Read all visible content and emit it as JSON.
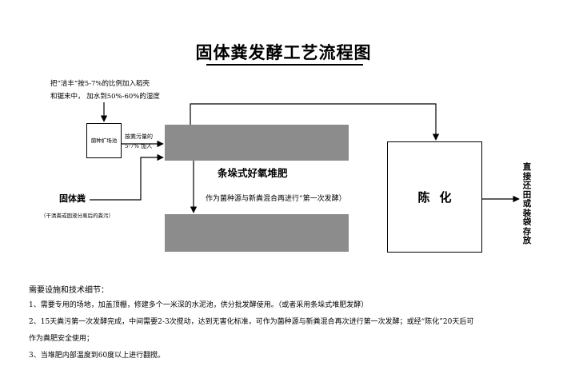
{
  "title": "固体粪发酵工艺流程图",
  "nodes": {
    "starter_note": {
      "line1": "把“洁丰”按5-7%的比例加入稻壳",
      "line2": "和锯末中， 加水到50%-60%的湿度"
    },
    "seed_pool": "菌种扩场池",
    "seed_add": {
      "line1": "按粪污量的",
      "line2": "5-7% 加入"
    },
    "stage_label": "条垛式好氧堆肥",
    "remix_label": "作为菌种源与新粪混合再进行“第一次发酵）",
    "aging": "陈化",
    "output": "直接还田或装袋存放",
    "solid_manure": "固体粪",
    "solid_sub": "（干清粪或固液分离后的粪污）"
  },
  "requirements": {
    "heading": "需要设施和技术细节：",
    "items": [
      "1、需要专用的场地，加盖顶棚，修建多个一米深的水泥池，供分批发酵使用。（或者采用条垛式堆肥发酵）",
      "2、15天粪污第一次发酵完成，中间需要2-3次搅动，达到无害化标准，可作为菌种源与新粪混合再次进行第一次发酵；或经“陈化”20天后可",
      "作为粪肥安全使用；",
      "3、当堆肥内部温度到60度以上进行翻搅。"
    ]
  },
  "colors": {
    "bar_fill": "#8c8c8c",
    "line": "#000000"
  }
}
